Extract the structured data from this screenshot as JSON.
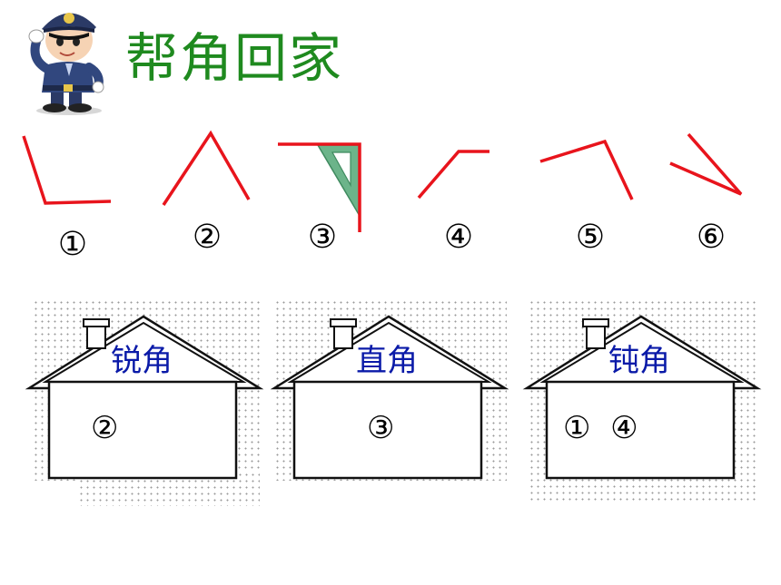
{
  "title": "帮角回家",
  "colors": {
    "title": "#1f8a1f",
    "angle_line": "#e8141c",
    "label": "#0a1aa8",
    "triangle_ruler": "#5fae7f"
  },
  "angles": [
    {
      "label": "①",
      "kind": "obtuse"
    },
    {
      "label": "②",
      "kind": "acute"
    },
    {
      "label": "③",
      "kind": "right"
    },
    {
      "label": "④",
      "kind": "obtuse"
    },
    {
      "label": "⑤",
      "kind": "acute"
    },
    {
      "label": "⑥",
      "kind": "acute"
    }
  ],
  "houses": [
    {
      "label": "锐角",
      "contents": "②"
    },
    {
      "label": "直角",
      "contents": "③"
    },
    {
      "label": "钝角",
      "contents": "①  ④"
    }
  ],
  "icons": {
    "mascot": "police-officer-icon",
    "ruler": "set-square-icon"
  }
}
